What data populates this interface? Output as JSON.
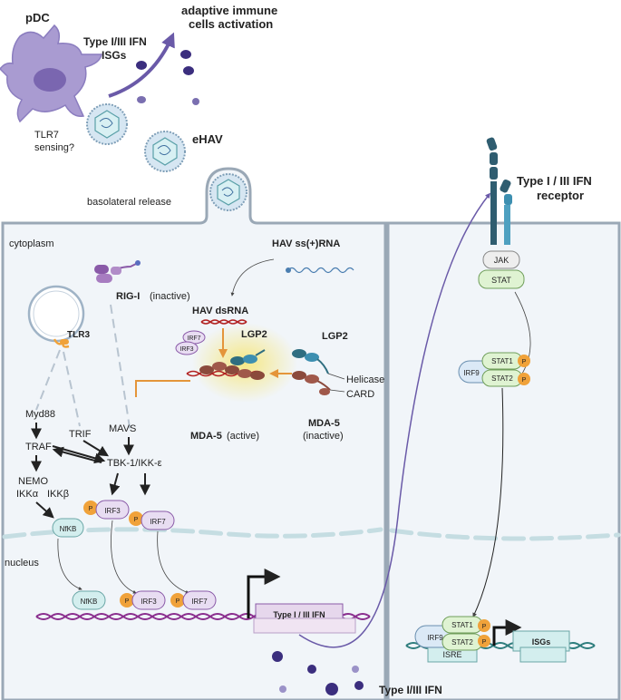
{
  "labels": {
    "pdc": "pDC",
    "adaptive1": "adaptive immune",
    "adaptive2": "cells activation",
    "ifn_isgs1": "Type I/III IFN",
    "ifn_isgs2": "ISGs",
    "tlr7_1": "TLR7",
    "tlr7_2": "sensing?",
    "ehav": "eHAV",
    "basolateral": "basolateral release",
    "receptor1": "Type I / III  IFN",
    "receptor2": "receptor",
    "cytoplasm": "cytoplasm",
    "nucleus": "nucleus",
    "hav_ssrna": "HAV ss(+)RNA",
    "hav_dsrna": "HAV dsRNA",
    "rigi": "RIG-I",
    "rigi_state": "(inactive)",
    "tlr3": "TLR3",
    "lgp2_a": "LGP2",
    "lgp2_b": "LGP2",
    "helicase": "Helicase",
    "card": "CARD",
    "mda5_active": "MDA-5",
    "mda5_active_state": "(active)",
    "mda5_inactive": "MDA-5",
    "mda5_inactive_state": "(inactive)",
    "myd88": "Myd88",
    "trif": "TRIF",
    "mavs": "MAVS",
    "traf": "TRAF",
    "tbk1": "TBK-1/IKK-ε",
    "nemo": "NEMO",
    "ikka": "IKKα",
    "ikkb": "IKKβ",
    "nfkb": "NfKB",
    "irf3": "IRF3",
    "irf7": "IRF7",
    "p": "P",
    "jak": "JAK",
    "stat": "STAT",
    "stat1": "STAT1",
    "stat2": "STAT2",
    "irf9": "IRF9",
    "isre": "ISRE",
    "isgs": "ISGs",
    "type_ifn_box": "Type I / III IFN",
    "type_ifn_bottom": "Type I/III IFN"
  },
  "colors": {
    "membrane": "#9aa8b6",
    "cell_fill": "#f1f5f9",
    "arrow_purple": "#6a5aa8",
    "ifn_dot": "#3b2e7e",
    "rna_red": "#b22222",
    "dna_purple": "#8a2e8e",
    "dna_teal": "#2e7d7d",
    "orange": "#e4953a",
    "glow": "#f4e27a",
    "teal_dark": "#2f6e80",
    "brown": "#8b4a3c",
    "violet": "#8a5aa8",
    "p_orange": "#f0a23a",
    "stat_green": "#dff3d2",
    "irf_blue": "#dbe9f6",
    "nfkb_teal": "#d3eeee"
  }
}
